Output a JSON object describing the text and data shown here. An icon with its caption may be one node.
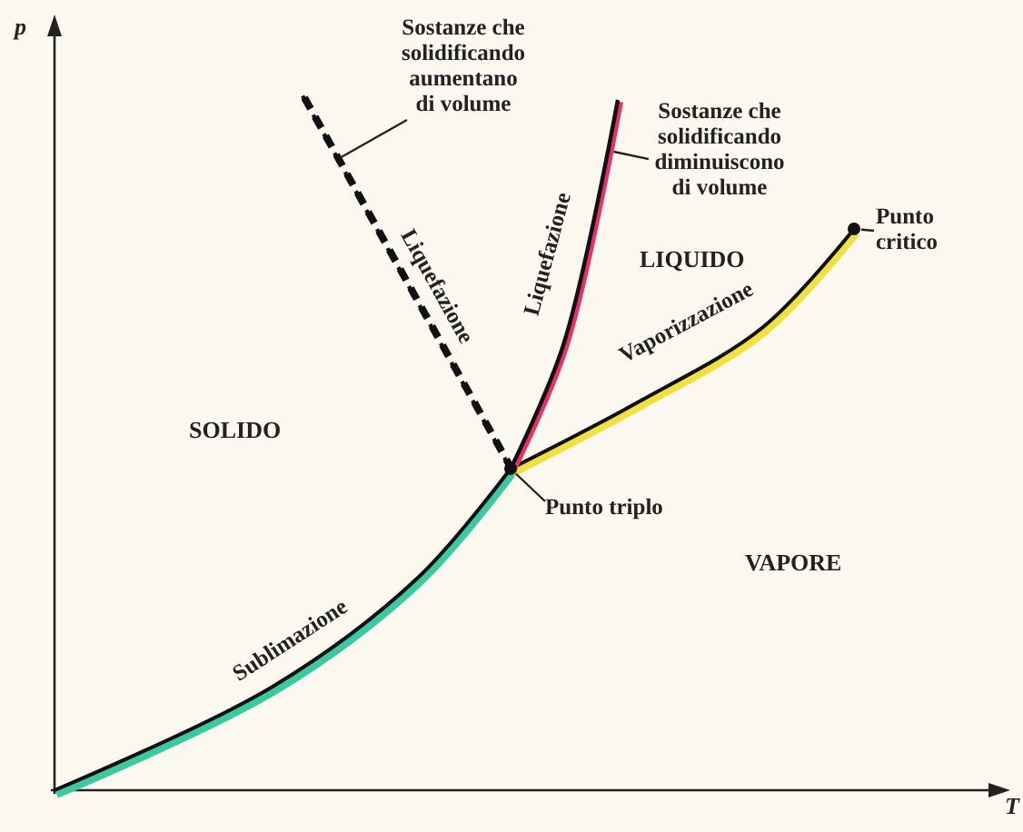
{
  "diagram": {
    "nodes": [
      {
        "text": [
          "Sostanze che solidificando aumentano di volume"
        ]
      },
      {
        "text": [
          "Sostanze che solidificando diminuiscono di volume"
        ]
      },
      {
        "text": [
          "Punto critico"
        ]
      },
      {
        "text": [
          "Punto triplo"
        ]
      },
      {
        "text": [],
        "shape": "line"
      },
      {
        "text": [],
        "shape": "line"
      },
      {
        "text": [],
        "shape": "circle"
      },
      {
        "text": [],
        "shape": "circle"
      }
    ],
    "edges": [
      {
        "from": 0,
        "to": 4,
        "arrow": "none"
      },
      {
        "from": 1,
        "to": 5,
        "arrow": "none"
      },
      {
        "from": 2,
        "to": 6,
        "arrow": "none"
      },
      {
        "from": 3,
        "to": 7,
        "arrow": "none"
      }
    ],
    "labels": [
      "p",
      "Liquefazione",
      "Liquefazione",
      "LIQUIDO",
      "Vaporizzazione",
      "SOLIDO",
      "VAPORE",
      "Sublimazione",
      "T"
    ]
  }
}
